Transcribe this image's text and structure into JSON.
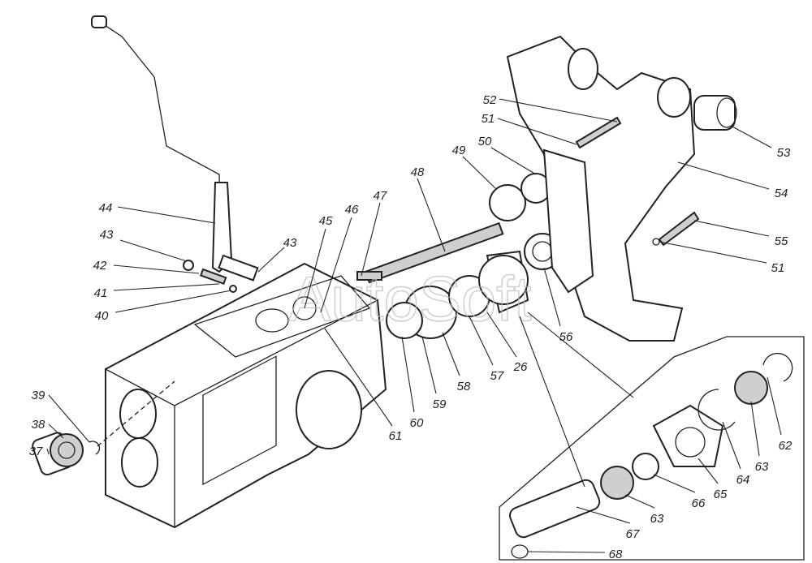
{
  "watermark": "AutoSoft",
  "callouts": [
    "52",
    "51",
    "53",
    "54",
    "55",
    "51",
    "50",
    "49",
    "48",
    "47",
    "46",
    "45",
    "43",
    "44",
    "43",
    "42",
    "41",
    "40",
    "56",
    "26",
    "57",
    "58",
    "59",
    "60",
    "61",
    "39",
    "38",
    "37",
    "62",
    "63",
    "64",
    "65",
    "66",
    "63",
    "67",
    "68"
  ]
}
